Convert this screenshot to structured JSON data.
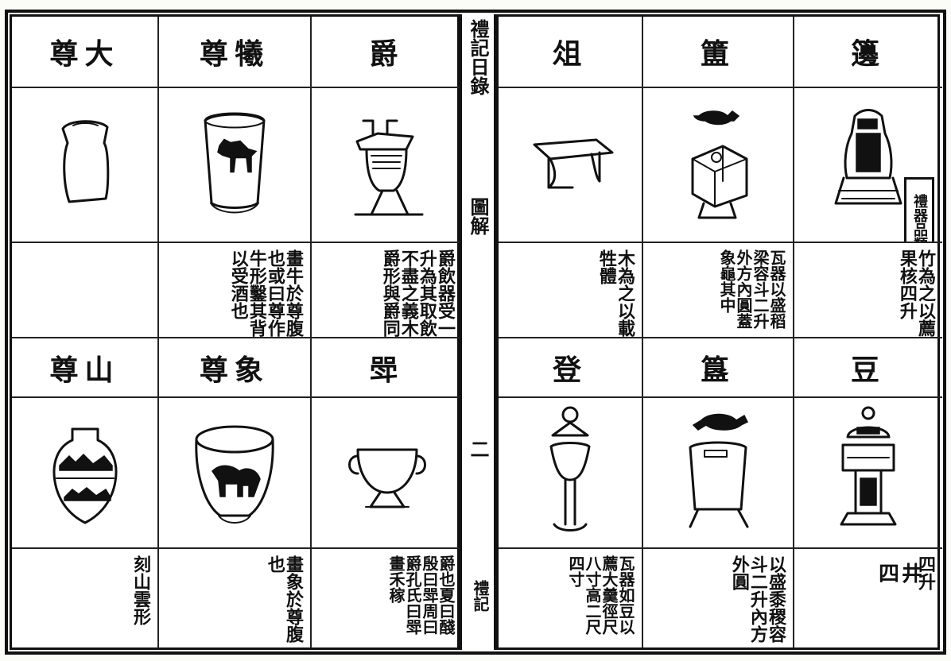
{
  "document": {
    "left_titles": [
      "尊大",
      "尊犧",
      "爵",
      "尊山",
      "尊象",
      "斝"
    ],
    "right_titles": [
      "俎",
      "簠",
      "籩",
      "登",
      "簋",
      "豆"
    ],
    "spine_top": "禮記日錄",
    "spine_mid": "圖解",
    "spine_bottom": "二",
    "badge": "禮器品類",
    "captions": {
      "left_mid": [
        "",
        "畫牛於尊腹也或曰尊作牛形鑿其背以受酒也",
        "爵飲器受一升為其取飲不盡之義木爵形與爵同"
      ],
      "left_bottom": [
        "刻山雲形",
        "畫象於尊腹也",
        "爵也夏曰醆殷曰斝周曰爵孔氏曰斝畫禾稼"
      ],
      "right_mid": [
        "木為之以載牲體",
        "瓦器以盛稻梁容斗二升外方內圓蓋象龜其中",
        "竹為之以薦果核四升"
      ],
      "right_bottom": [
        "瓦器如豆以薦大羹徑尺八寸高二尺四寸",
        "以盛黍稷容斗二升內方外圓",
        "四升"
      ],
      "edge_stamp": "四井",
      "edge_stamp2": "禮記"
    }
  }
}
